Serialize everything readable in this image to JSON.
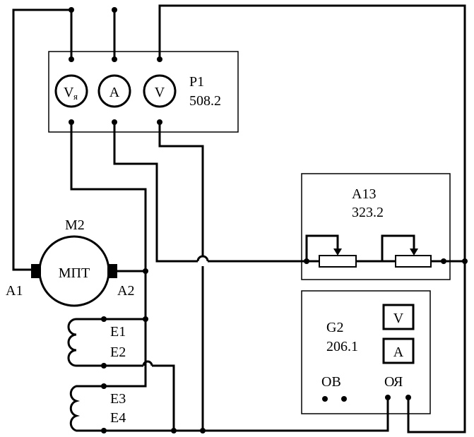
{
  "labels": {
    "p1_name": "P1",
    "p1_code": "508.2",
    "a13_name": "A13",
    "a13_code": "323.2",
    "g2_name": "G2",
    "g2_code": "206.1",
    "m2_name": "M2",
    "motor": "МПТ",
    "a1": "A1",
    "a2": "A2",
    "e1": "E1",
    "e2": "E2",
    "e3": "E3",
    "e4": "E4",
    "ov": "ОВ",
    "oya": "ОЯ",
    "meter_vya_main": "V",
    "meter_vya_sub": "я",
    "meter_a": "A",
    "meter_v": "V",
    "g2_v": "V",
    "g2_a": "A"
  }
}
